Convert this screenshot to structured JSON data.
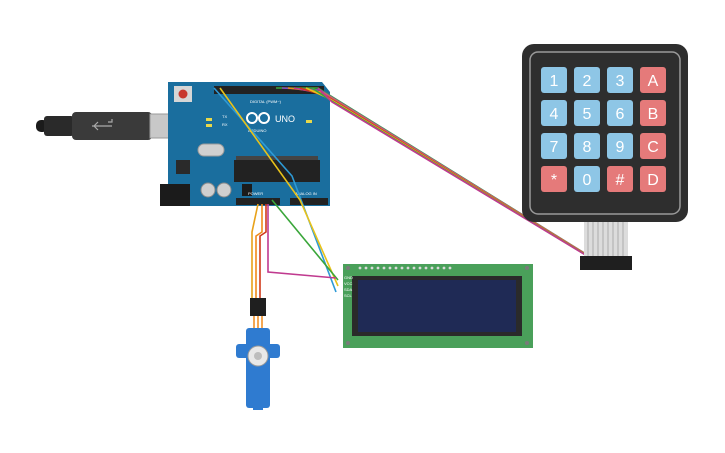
{
  "arduino": {
    "model": "UNO",
    "brand": "ARDUINO",
    "header_digital": "DIGITAL (PWM~)",
    "header_analog": "ANALOG IN",
    "header_power": "POWER",
    "tx_label": "TX",
    "rx_label": "RX"
  },
  "keypad": {
    "keys": [
      {
        "label": "1",
        "kind": "num"
      },
      {
        "label": "2",
        "kind": "num"
      },
      {
        "label": "3",
        "kind": "num"
      },
      {
        "label": "A",
        "kind": "letter"
      },
      {
        "label": "4",
        "kind": "num"
      },
      {
        "label": "5",
        "kind": "num"
      },
      {
        "label": "6",
        "kind": "num"
      },
      {
        "label": "B",
        "kind": "letter"
      },
      {
        "label": "7",
        "kind": "num"
      },
      {
        "label": "8",
        "kind": "num"
      },
      {
        "label": "9",
        "kind": "num"
      },
      {
        "label": "C",
        "kind": "letter"
      },
      {
        "label": "*",
        "kind": "letter"
      },
      {
        "label": "0",
        "kind": "num"
      },
      {
        "label": "#",
        "kind": "letter"
      },
      {
        "label": "D",
        "kind": "letter"
      }
    ]
  },
  "lcd": {
    "pins": [
      "GND",
      "VCC",
      "SDA",
      "SCL"
    ]
  },
  "colors": {
    "board": "#1a6e9e",
    "keypad_body": "#2e2e2e",
    "key_num": "#8ec6e6",
    "key_letter": "#e57a7a",
    "lcd_pcb": "#4aa05a",
    "lcd_screen": "#1f2a55",
    "servo": "#2f7bd0",
    "wire_green": "#3aa63a",
    "wire_orange": "#f08a1a",
    "wire_yellow": "#e8c21a",
    "wire_blue": "#2d9ad6",
    "wire_magenta": "#c03a8f",
    "wire_red": "#d03a1a",
    "wire_purple": "#8a4ac0"
  }
}
